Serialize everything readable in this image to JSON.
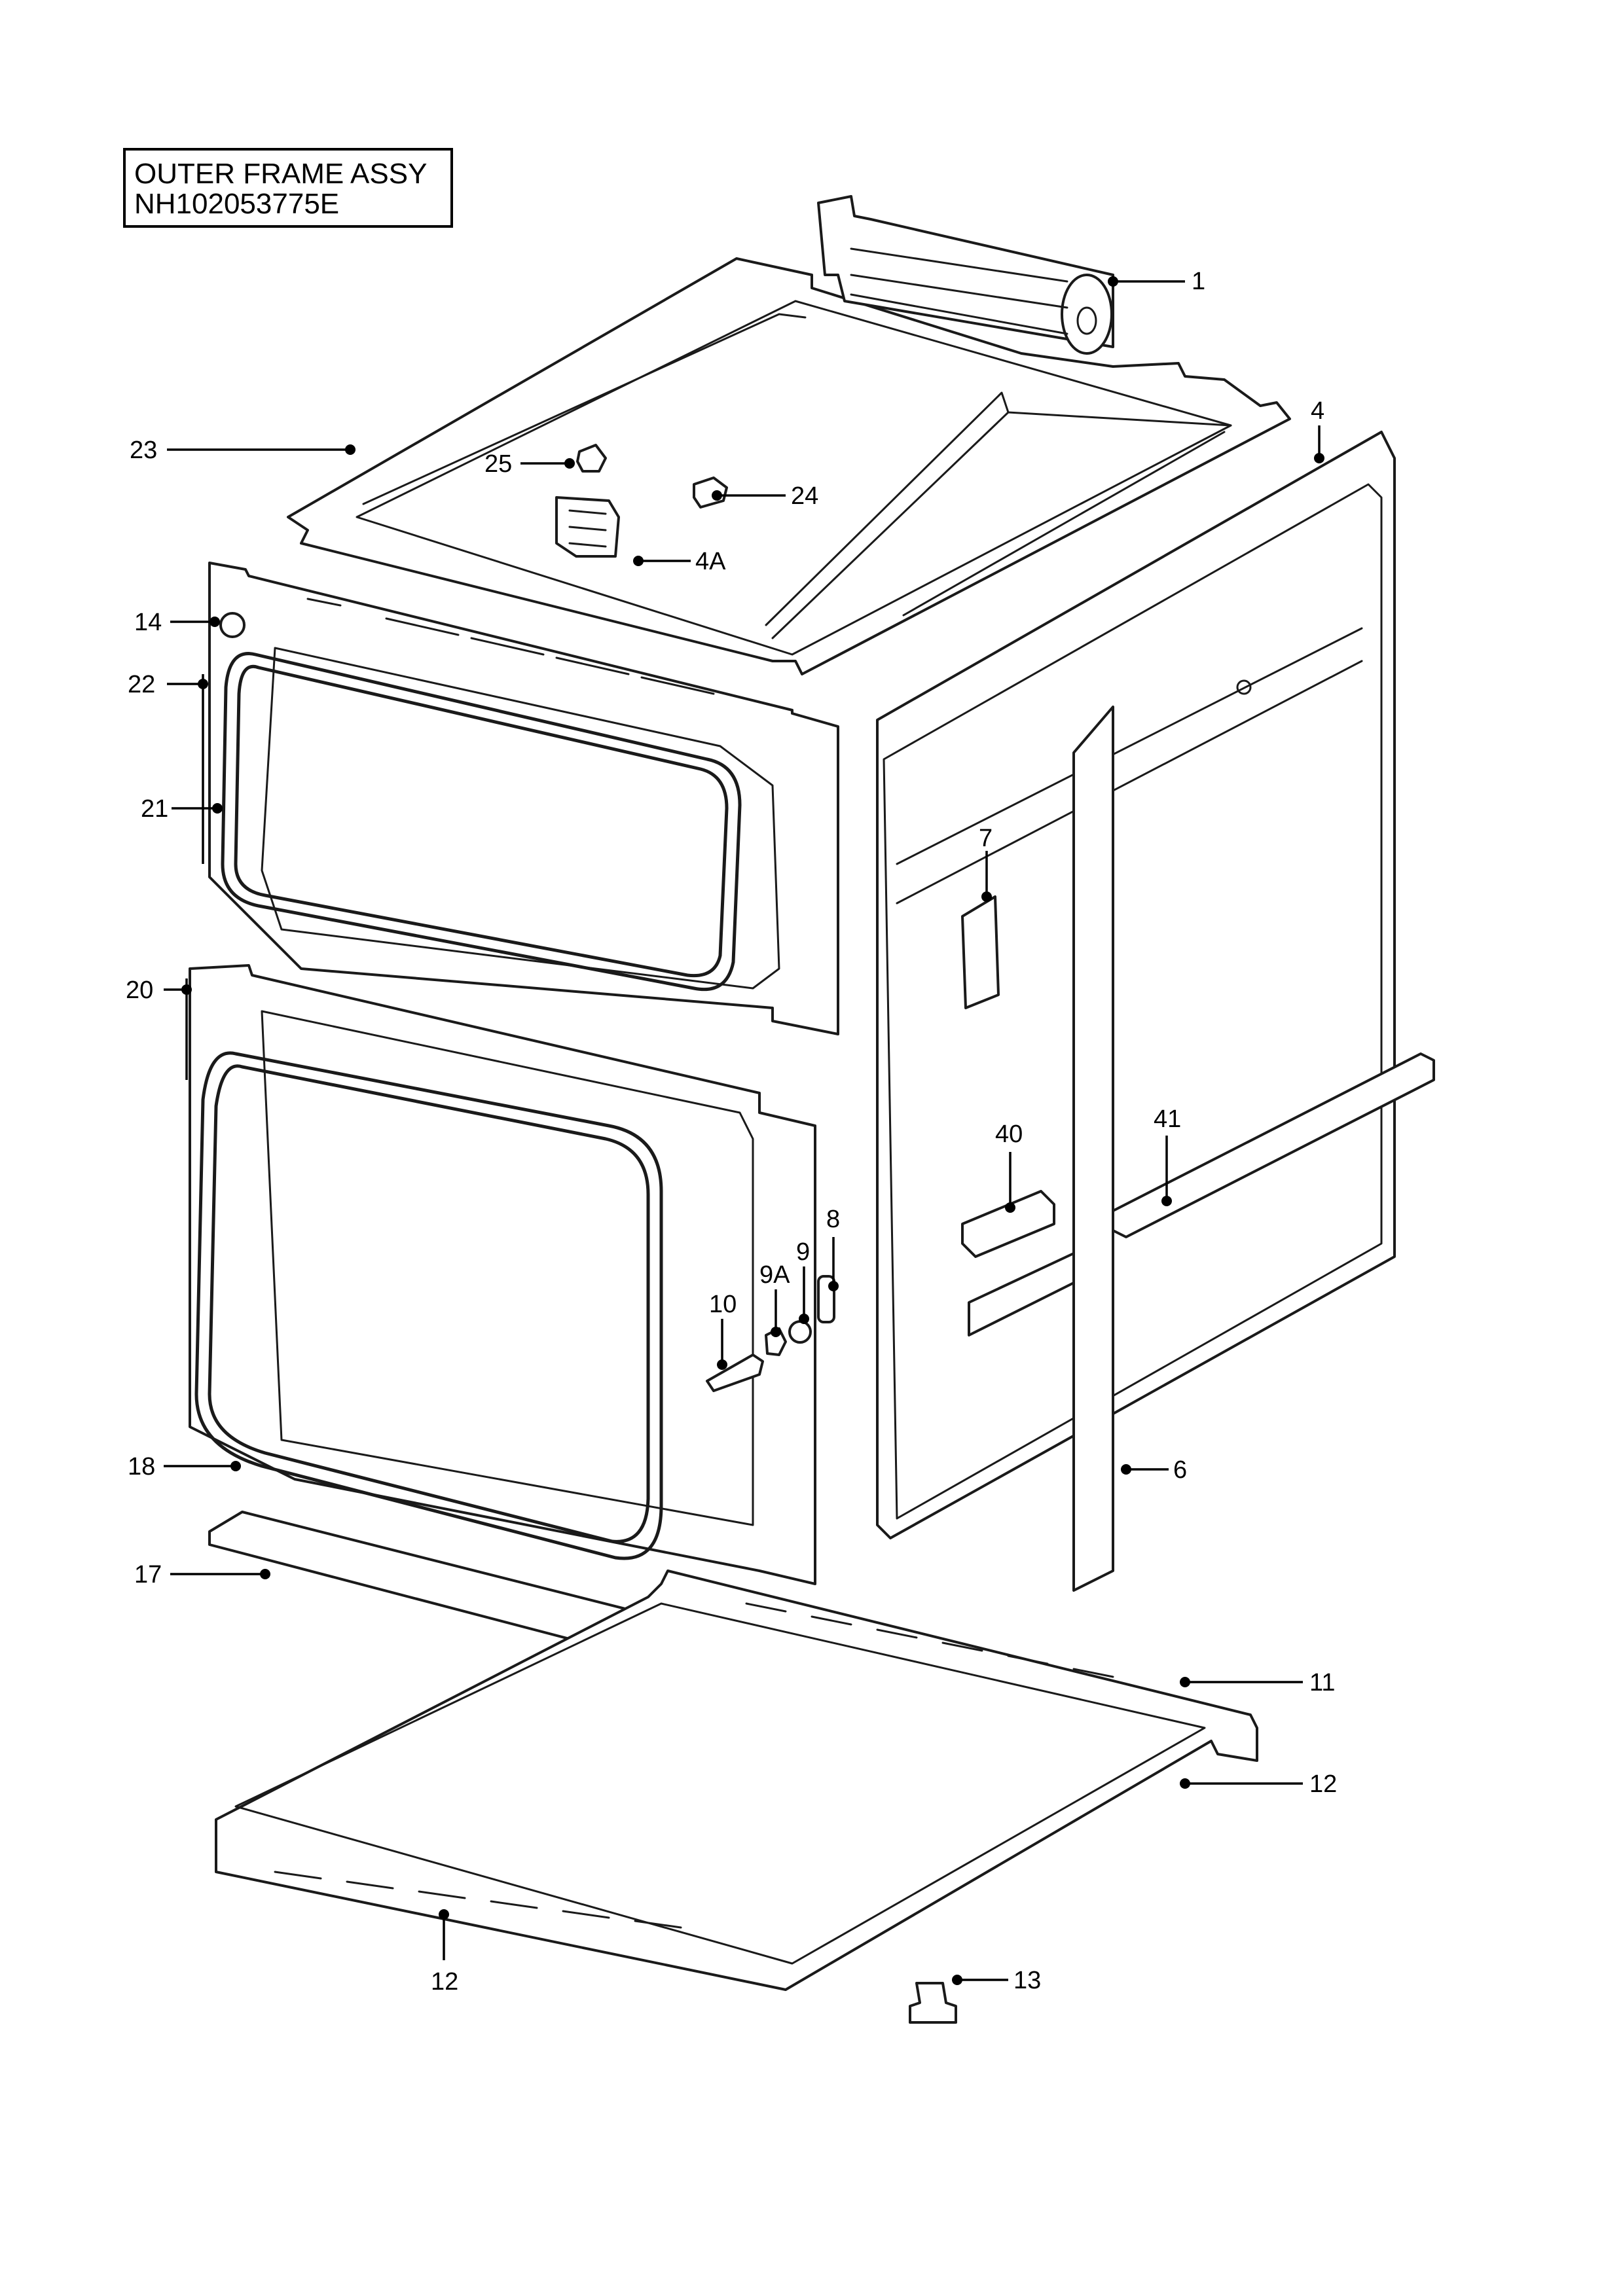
{
  "title": {
    "line1": "OUTER FRAME ASSY",
    "line2": "NH102053775E"
  },
  "callouts": [
    {
      "id": "c1",
      "label": "1"
    },
    {
      "id": "c4",
      "label": "4"
    },
    {
      "id": "c4a",
      "label": "4A"
    },
    {
      "id": "c6",
      "label": "6"
    },
    {
      "id": "c7",
      "label": "7"
    },
    {
      "id": "c8",
      "label": "8"
    },
    {
      "id": "c9",
      "label": "9"
    },
    {
      "id": "c9a",
      "label": "9A"
    },
    {
      "id": "c10",
      "label": "10"
    },
    {
      "id": "c11",
      "label": "11"
    },
    {
      "id": "c12a",
      "label": "12"
    },
    {
      "id": "c12b",
      "label": "12"
    },
    {
      "id": "c13",
      "label": "13"
    },
    {
      "id": "c14",
      "label": "14"
    },
    {
      "id": "c17",
      "label": "17"
    },
    {
      "id": "c18",
      "label": "18"
    },
    {
      "id": "c20",
      "label": "20"
    },
    {
      "id": "c21",
      "label": "21"
    },
    {
      "id": "c22",
      "label": "22"
    },
    {
      "id": "c23",
      "label": "23"
    },
    {
      "id": "c24",
      "label": "24"
    },
    {
      "id": "c25",
      "label": "25"
    },
    {
      "id": "c40",
      "label": "40"
    },
    {
      "id": "c41",
      "label": "41"
    }
  ]
}
